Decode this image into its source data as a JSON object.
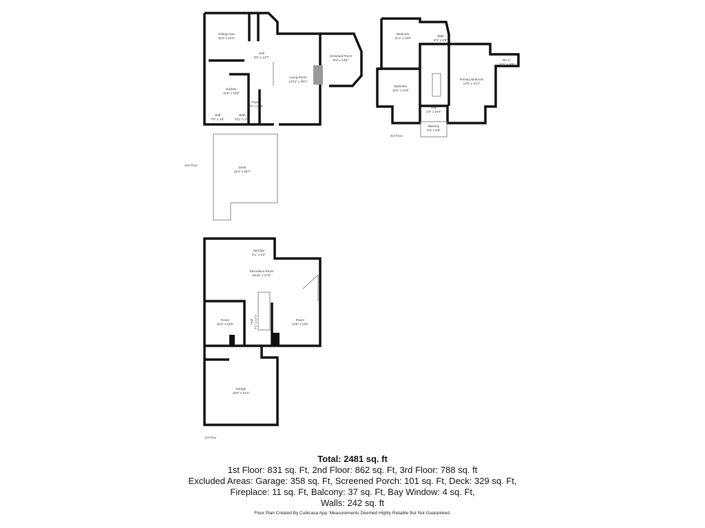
{
  "floors": {
    "second": {
      "label": "2nd Floor",
      "rooms": [
        {
          "name": "Dining Area",
          "dims": "11'5\" x 12'3\""
        },
        {
          "name": "Hall",
          "dims": "9'9\" x 14'7\""
        },
        {
          "name": "Living Room",
          "dims": "14'11\" x 26'2\""
        },
        {
          "name": "Screened Porch",
          "dims": "8'9\" x 13'6\""
        },
        {
          "name": "Kitchen",
          "dims": "11'5\" x 12'5\""
        },
        {
          "name": "Foyer",
          "dims": "6'9\" x 12'8\""
        },
        {
          "name": "Half",
          "dims": "7'6\" x 4'5\""
        },
        {
          "name": "Bath",
          "dims": "8'11\" x 4'5\""
        },
        {
          "name": "Deck",
          "dims": "16'3\" x 25'7\""
        }
      ]
    },
    "third": {
      "label": "3rd Floor",
      "rooms": [
        {
          "name": "Bedroom",
          "dims": "11'4\" x 13'6\""
        },
        {
          "name": "Bath",
          "dims": "8'0\" x 9'8\""
        },
        {
          "name": "Bedroom",
          "dims": "11'6\" x 14'8\""
        },
        {
          "name": "Primary Bedroom",
          "dims": "13'0\" x 21'4\""
        },
        {
          "name": "W.I.C.",
          "dims": "5'11\" x 4'9\""
        },
        {
          "name": "Hall",
          "dims": "4'9\" x 10'4\""
        },
        {
          "name": "Balcony",
          "dims": "6'5\" x 5'9\""
        }
      ]
    },
    "first": {
      "label": "1st Floor",
      "rooms": [
        {
          "name": "Wet Bar",
          "dims": "8'1\" x 5'2\""
        },
        {
          "name": "Recreation Room",
          "dims": "30'10\" x 17'5\""
        },
        {
          "name": "Room",
          "dims": "10'4\" x 10'9\""
        },
        {
          "name": "Hall",
          "dims": "7'1\" x 17'1\""
        },
        {
          "name": "Room",
          "dims": "12'9\" x 11'6\""
        },
        {
          "name": "Garage",
          "dims": "19'0\" x 21'4\""
        }
      ]
    }
  },
  "summary": {
    "total": "Total: 2481 sq. ft",
    "lines": [
      "1st Floor: 831 sq. Ft, 2nd Floor: 862 sq. Ft, 3rd Floor: 788 sq. ft",
      "Excluded Areas: Garage: 358 sq. Ft, Screened Porch: 101 sq. Ft, Deck: 329 sq. Ft,",
      "Fireplace: 11 sq. Ft, Balcony: 37 sq. Ft, Bay Window: 4 sq. Ft,",
      "Walls: 242 sq. ft"
    ],
    "credit": "Floor Plan Created By Cubicasa App. Measurements Deemed Highly Reliable But Not Guaranteed."
  }
}
